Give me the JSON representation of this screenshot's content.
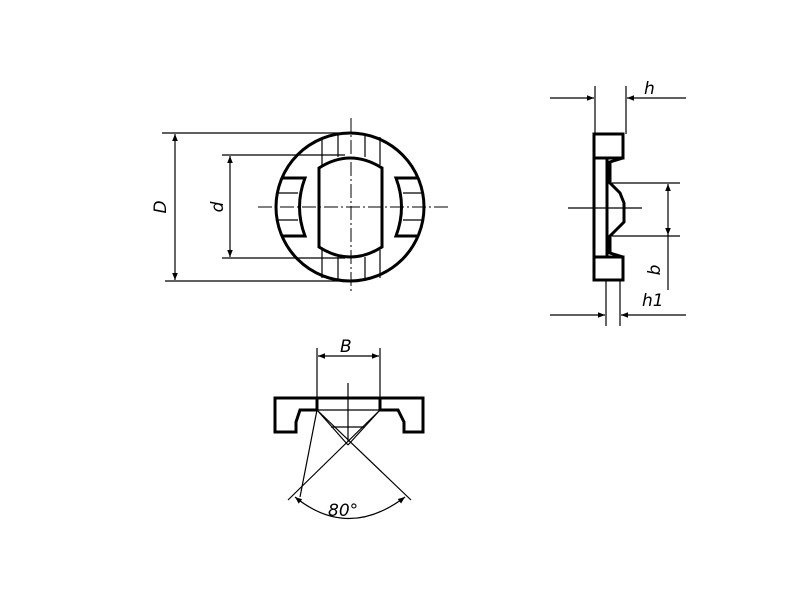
{
  "drawing": {
    "front_view": {
      "dim_outer": "D",
      "dim_inner": "d"
    },
    "side_view": {
      "dim_thickness": "h",
      "dim_width": "b",
      "dim_recess": "h1"
    },
    "section_view": {
      "dim_width": "B",
      "angle": "80°"
    }
  }
}
